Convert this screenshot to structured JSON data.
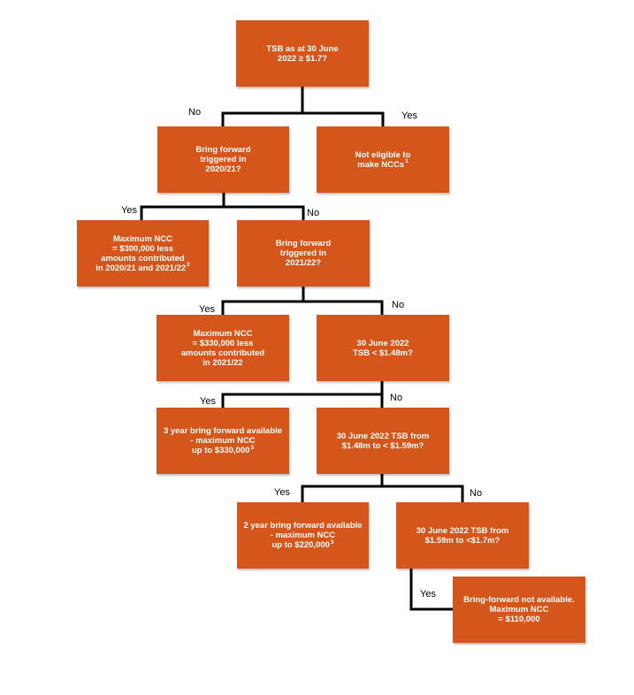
{
  "colors": {
    "box_fill": "#D5561A",
    "box_text": "#FFFFFF",
    "connector": "#000000"
  },
  "nodes": {
    "tsb_17": {
      "text": "TSB as at 30 June\n2022 ≥ $1.7?"
    },
    "bf_2020": {
      "text": "Bring forward\ntriggered in\n2020/21?"
    },
    "not_eligible": {
      "text": "Not eligible to\nmake NCCs",
      "note": "1"
    },
    "max_300": {
      "text": "Maximum NCC\n= $300,000 less\namounts contributed\nin 2020/21 and 2021/22",
      "note": "2"
    },
    "bf_2021": {
      "text": "Bring forward\ntriggered in\n2021/22?"
    },
    "max_330": {
      "text": "Maximum NCC\n= $330,000 less\namounts contributed\nin 2021/22"
    },
    "tsb_148": {
      "text": "30 June 2022\nTSB < $1.48m?"
    },
    "three_year": {
      "text": "3 year bring forward available\n- maximum NCC\nup to $330,000",
      "note": "3"
    },
    "tsb_148_159": {
      "text": "30 June 2022 TSB from\n$1.48m to < $1.59m?"
    },
    "two_year": {
      "text": "2 year bring forward available\n- maximum NCC\nup to $220,000",
      "note": "3"
    },
    "tsb_159_17": {
      "text": "30 June 2022 TSB from\n$1.59m to <$1.7m?"
    },
    "not_available": {
      "text": "Bring-forward not available.\nMaximum NCC\n= $110,000"
    }
  },
  "labels": {
    "l1_no": "No",
    "l1_yes": "Yes",
    "l2_yes": "Yes",
    "l2_no": "No",
    "l3_yes": "Yes",
    "l3_no": "No",
    "l4_yes": "Yes",
    "l4_no": "No",
    "l5_yes": "Yes",
    "l5_no": "No",
    "l6_yes": "Yes"
  }
}
